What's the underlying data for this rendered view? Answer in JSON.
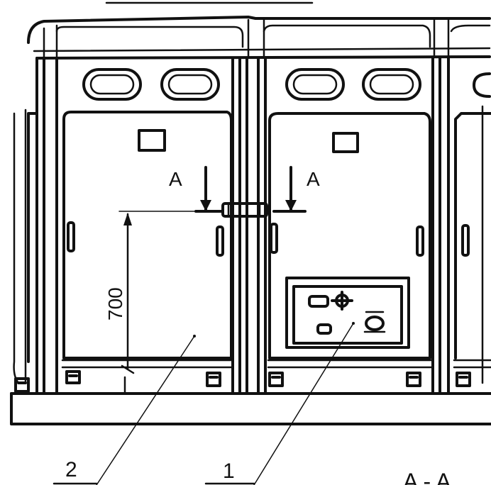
{
  "labels": {
    "section_left": "A",
    "section_right": "A",
    "dimension": "700",
    "callout_2": "2",
    "callout_1": "1",
    "section_view": "A - A"
  }
}
